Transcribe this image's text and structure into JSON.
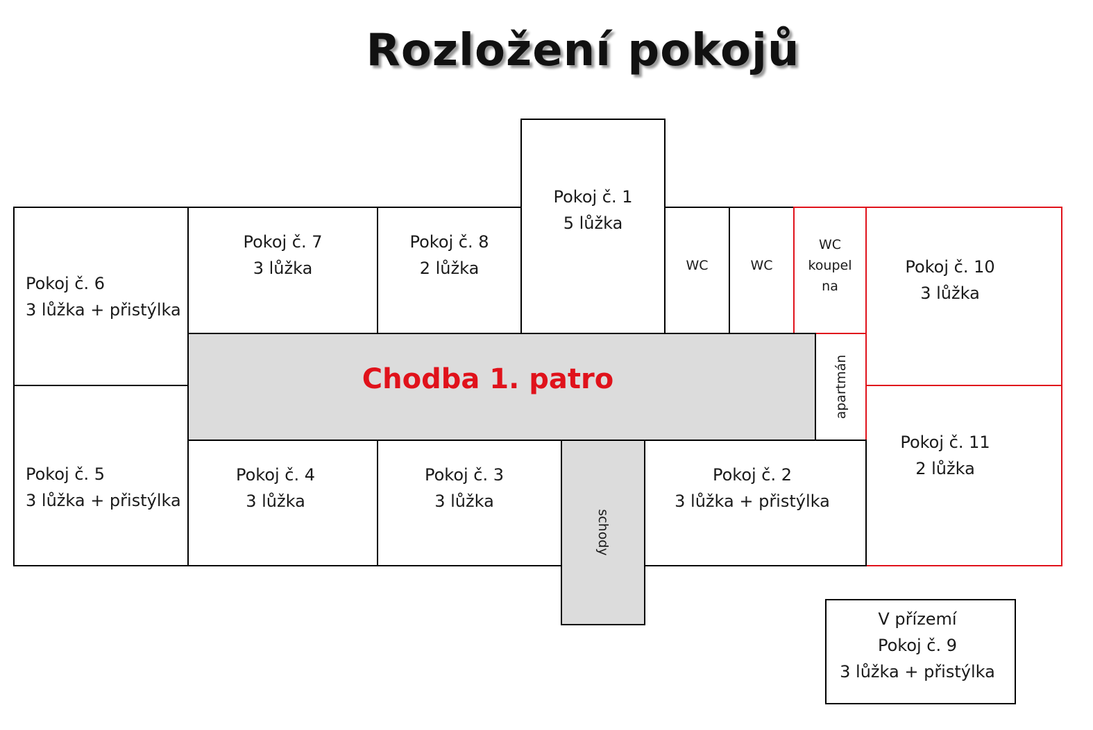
{
  "title": "Rozložení pokojů",
  "corridor": {
    "label": "Chodba 1. patro"
  },
  "stairs": {
    "label": "schody"
  },
  "apartment": {
    "label": "apartmán"
  },
  "rooms": {
    "r1": {
      "name": "Pokoj č. 1",
      "beds": "5 lůžka"
    },
    "r2": {
      "name": "Pokoj č. 2",
      "beds": "3 lůžka + přistýlka"
    },
    "r3": {
      "name": "Pokoj č. 3",
      "beds": "3 lůžka"
    },
    "r4": {
      "name": "Pokoj č. 4",
      "beds": "3 lůžka"
    },
    "r5": {
      "name": "Pokoj č. 5",
      "beds": "3 lůžka + přistýlka"
    },
    "r6": {
      "name": "Pokoj č. 6",
      "beds": "3 lůžka + přistýlka"
    },
    "r7": {
      "name": "Pokoj č. 7",
      "beds": "3 lůžka"
    },
    "r8": {
      "name": "Pokoj č. 8",
      "beds": "2 lůžka"
    },
    "r9": {
      "floor": "V přízemí",
      "name": "Pokoj č. 9",
      "beds": "3 lůžka + přistýlka"
    },
    "r10": {
      "name": "Pokoj č. 10",
      "beds": "3 lůžka"
    },
    "r11": {
      "name": "Pokoj č. 11",
      "beds": "2 lůžka"
    }
  },
  "wc1": {
    "label": "WC"
  },
  "wc2": {
    "label": "WC"
  },
  "bath": {
    "line1": "WC",
    "line2": "koupel",
    "line3": "na"
  },
  "colors": {
    "accent_red": "#e0121b",
    "corridor_gray": "#dcdcdc"
  }
}
